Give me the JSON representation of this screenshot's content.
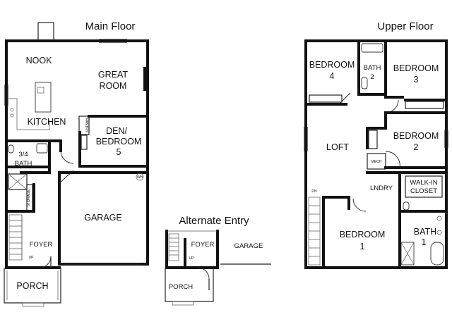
{
  "titles": {
    "main": "Main Floor",
    "upper": "Upper Floor",
    "alternate": "Alternate Entry"
  },
  "main_floor": {
    "nook": "NOOK",
    "great_room_1": "GREAT",
    "great_room_2": "ROOM",
    "kitchen": "KITCHEN",
    "den_1": "DEN/",
    "den_2": "BEDROOM",
    "den_3": "5",
    "bath_1": "3/4",
    "bath_2": "BATH",
    "pantry": "PANTRY",
    "storage": "STORAGE",
    "garage": "GARAGE",
    "wh": "WH",
    "foyer": "FOYER",
    "up": "UP",
    "porch": "PORCH"
  },
  "alternate_entry": {
    "foyer": "FOYER",
    "up": "UP",
    "porch": "PORCH",
    "garage": "GARAGE"
  },
  "upper_floor": {
    "bed4_1": "BEDROOM",
    "bed4_2": "4",
    "bath2_1": "BATH",
    "bath2_2": "2",
    "bed3_1": "BEDROOM",
    "bed3_2": "3",
    "bed2_1": "BEDROOM",
    "bed2_2": "2",
    "loft": "LOFT",
    "mech": "MECH",
    "lndry": "LNDRY",
    "walkin_1": "WALK-IN",
    "walkin_2": "CLOSET",
    "bed1_1": "BEDROOM",
    "bed1_2": "1",
    "bath1_1": "BATH",
    "bath1_2": "1",
    "dn": "DN"
  }
}
